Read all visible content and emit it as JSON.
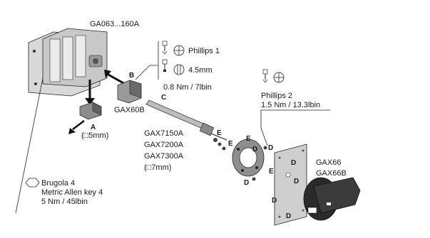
{
  "labels": {
    "switch_model": "GA063...160A",
    "adapter_model": "GAX60B",
    "shafts": [
      "GAX7150A",
      "GAX7200A",
      "GAX7300A"
    ],
    "shaft_key": "(□7mm)",
    "handle_models": [
      "GAX66",
      "GAX66B"
    ],
    "part_letters": {
      "a": "A",
      "b": "B",
      "c": "C",
      "d": "D",
      "e": "E"
    },
    "handle_key": "(□5mm)"
  },
  "specs": {
    "phillips1": "Phillips 1",
    "slot": "4.5mm",
    "torque1": "0.8 Nm / 7lbin",
    "phillips2": "Phillips 2",
    "torque2": "1.5 Nm / 13.3lbin",
    "allen_title": "Brugola 4",
    "allen_key": "Metric Allen key 4",
    "allen_torque": "5 Nm / 45lbin"
  }
}
